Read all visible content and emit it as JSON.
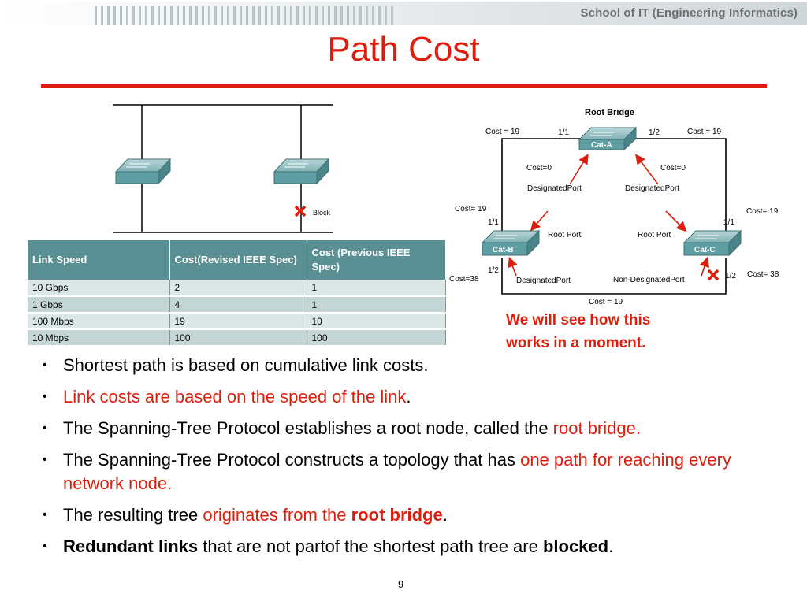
{
  "header": {
    "org_title": "School of IT (Engineering Informatics)"
  },
  "title": "Path Cost",
  "left_diagram": {
    "block_label": "Block"
  },
  "cost_table": {
    "headers": [
      "Link Speed",
      "Cost(Revised IEEE Spec)",
      "Cost (Previous IEEE Spec)"
    ],
    "rows": [
      [
        "10 Gbps",
        "2",
        "1"
      ],
      [
        "1 Gbps",
        "4",
        "1"
      ],
      [
        "100 Mbps",
        "19",
        "10"
      ],
      [
        "10 Mbps",
        "100",
        "100"
      ]
    ]
  },
  "topology": {
    "root_bridge_label": "Root Bridge",
    "switches": {
      "a": "Cat-A",
      "b": "Cat-B",
      "c": "Cat-C"
    },
    "labels": {
      "cost_top_left": "Cost = 19",
      "cost_top_right": "Cost = 19",
      "port_a_left": "1/1",
      "port_a_right": "1/2",
      "cost0_left": "Cost=0",
      "cost0_right": "Cost=0",
      "dp_left": "DesignatedPort",
      "dp_right": "DesignatedPort",
      "cost_b_side": "Cost= 19",
      "cost_c_side": "Cost= 19",
      "port_b_top": "1/1",
      "port_c_top": "1/1",
      "rootport_b": "Root Port",
      "rootport_c": "Root Port",
      "port_b_bottom": "1/2",
      "port_c_bottom": "1/2",
      "cost38_left": "Cost=38",
      "cost38_right": "Cost= 38",
      "dp_bottom": "DesignatedPort",
      "ndp_bottom": "Non-DesignatedPort",
      "cost_bottom": "Cost = 19"
    }
  },
  "note": [
    "We will see how this",
    "works in a moment."
  ],
  "bullets": {
    "b1": "Shortest path is based on cumulative link costs.",
    "b2_red": "Link costs are based on the speed of the link",
    "b2_tail": ".",
    "b3_a": "The Spanning-Tree Protocol establishes a root node, called the ",
    "b3_red": "root bridge.",
    "b4_a": "The Spanning-Tree Protocol constructs a topology that has ",
    "b4_red": "one path for reaching every network node.",
    "b5_a": "The resulting tree ",
    "b5_red": "originates from the ",
    "b5_red_bold": "root bridge",
    "b5_tail": ".",
    "b6_bold": "Redundant links",
    "b6_a": " that are not part",
    "b6_b": "of the shortest path tree are ",
    "b6_bold2": "blocked",
    "b6_tail": "."
  },
  "page_number": "9",
  "colors": {
    "accent_red": "#dd1e0c",
    "table_header": "#5a8f93",
    "switch_teal": "#5f9ea2"
  }
}
